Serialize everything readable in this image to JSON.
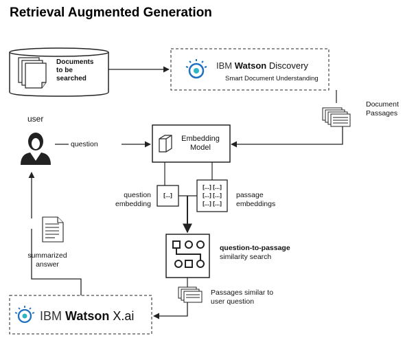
{
  "title": "Retrieval Augmented Generation",
  "documents": {
    "label": "Documents to be searched",
    "line1": "Documents",
    "line2": "to be",
    "line3": "searched"
  },
  "discovery": {
    "ibm": "IBM",
    "watson": "Watson",
    "product": "Discovery",
    "subtitle": "Smart Document Understanding"
  },
  "document_passages": {
    "line1": "Document",
    "line2": "Passages"
  },
  "user": {
    "label": "user"
  },
  "question": {
    "label": "question"
  },
  "embedding_model": {
    "line1": "Embedding",
    "line2": "Model"
  },
  "question_embedding": {
    "line1": "question",
    "line2": "embedding",
    "token": "[...]"
  },
  "passage_embeddings": {
    "line1": "passage",
    "line2": "embeddings",
    "row1": "[...] [...]",
    "row2": "[...] [...]",
    "row3": "[...] [...]"
  },
  "similarity_search": {
    "line1": "question-to-passage",
    "line2": "similarity search"
  },
  "passages_similar": {
    "line1": "Passages similar to",
    "line2": "user question"
  },
  "summarized_answer": {
    "line1": "summarized",
    "line2": "answer"
  },
  "watsonx": {
    "ibm": "IBM",
    "watson": "Watson",
    "product": "X.ai"
  },
  "colors": {
    "ibm_blue": "#1f70c1",
    "ibm_teal": "#2fb4c6",
    "line": "#222222"
  }
}
